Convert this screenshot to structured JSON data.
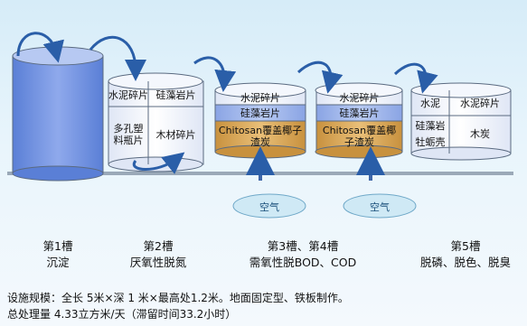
{
  "colors": {
    "water": "#6b8fe0",
    "media_light": "#e8eef9",
    "media_blue": "#9fb7ea",
    "media_gold": "#d9a85c",
    "arrow": "#2a5ea8",
    "air_bubble": "#cfe9f5"
  },
  "tanks": [
    {
      "id": "tank1",
      "name": "第1槽",
      "function": "沉淀"
    },
    {
      "id": "tank2",
      "name": "第2槽",
      "function": "厌氧性脱氮",
      "media": [
        "水泥碎片",
        "硅藻岩片",
        "多孔塑料瓶片",
        "木材碎片"
      ]
    },
    {
      "id": "tank3",
      "name": "第3槽、第4槽",
      "function": "需氧性脱BOD、COD",
      "media": [
        "水泥碎片",
        "硅藻岩片",
        "Chitosan覆盖椰子渣炭"
      ]
    },
    {
      "id": "tank4",
      "media": [
        "水泥碎片",
        "硅藻岩片",
        "Chitosan覆盖椰子渣炭"
      ]
    },
    {
      "id": "tank5",
      "name": "第5槽",
      "function": "脱磷、脱色、脱臭",
      "media": [
        "水泥",
        "水泥碎片",
        "硅藻岩",
        "牡蛎壳",
        "木炭"
      ]
    }
  ],
  "air": [
    "空气",
    "空气"
  ],
  "notes": [
    "设施规模：全长 5米×深 1 米×最高处1.2米。地面固定型、铁板制作。",
    "总处理量 4.33立方米/天（滞留时间33.2小时）"
  ]
}
